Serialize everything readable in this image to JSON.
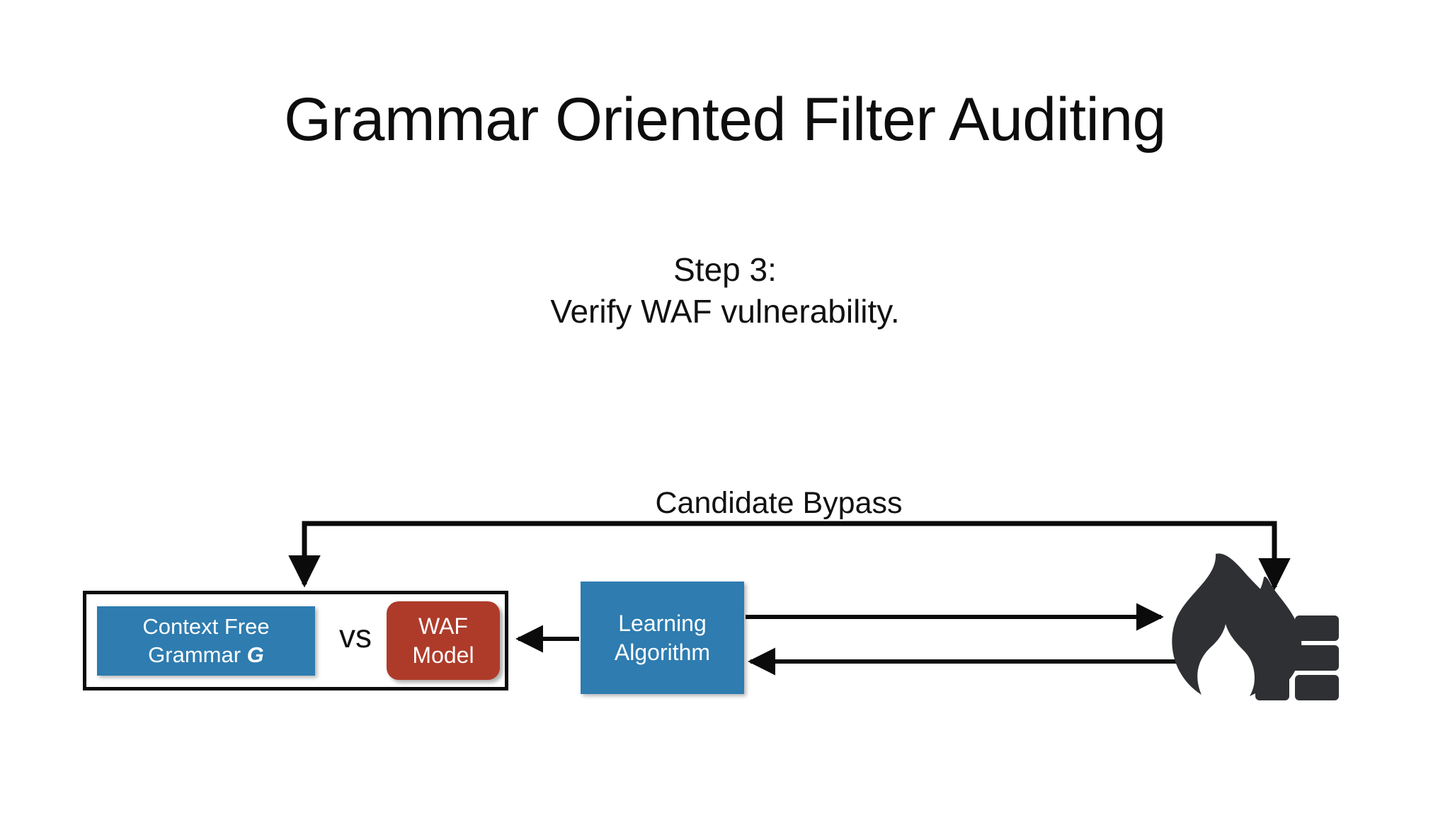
{
  "slide": {
    "title": "Grammar Oriented Filter Auditing",
    "subtitle_lines": [
      "Step 3:",
      "Verify WAF vulnerability."
    ],
    "background_color": "#ffffff"
  },
  "diagram": {
    "type": "flow-diagram",
    "colors": {
      "blue_node": "#2e7cb0",
      "red_node": "#ae3b2a",
      "stroke": "#0b0b0b",
      "icon_dark": "#2f3033",
      "node_text": "#ffffff"
    },
    "nodes": [
      {
        "id": "context-free-grammar",
        "label_lines": [
          "Context Free",
          "Grammar "
        ],
        "symbol": "G",
        "shape": "rectangle",
        "color": "#2e7cb0"
      },
      {
        "id": "vs",
        "label": "vs",
        "shape": "text",
        "color": "#111111"
      },
      {
        "id": "waf-model",
        "label_lines": [
          "WAF",
          "Model"
        ],
        "shape": "rounded-rectangle",
        "color": "#ae3b2a"
      },
      {
        "id": "learning-algorithm",
        "label_lines": [
          "Learning",
          "Algorithm"
        ],
        "shape": "rectangle",
        "color": "#2e7cb0"
      },
      {
        "id": "firewall",
        "label": "",
        "icon": "firewall-flame-brick-icon",
        "shape": "icon",
        "color": "#2f3033"
      }
    ],
    "edges": [
      {
        "id": "candidate-bypass",
        "label": "Candidate Bypass",
        "from": "firewall",
        "to": "comparison-group",
        "style": "orthogonal-double-headed"
      },
      {
        "id": "learning-to-waf-model",
        "label": "",
        "from": "learning-algorithm",
        "to": "comparison-group",
        "style": "straight-left-arrow"
      },
      {
        "id": "learning-to-firewall",
        "label": "",
        "from": "learning-algorithm",
        "to": "firewall",
        "style": "straight-right-arrow"
      },
      {
        "id": "firewall-to-learning",
        "label": "",
        "from": "firewall",
        "to": "learning-algorithm",
        "style": "straight-left-arrow"
      }
    ],
    "group_box_label": ""
  }
}
